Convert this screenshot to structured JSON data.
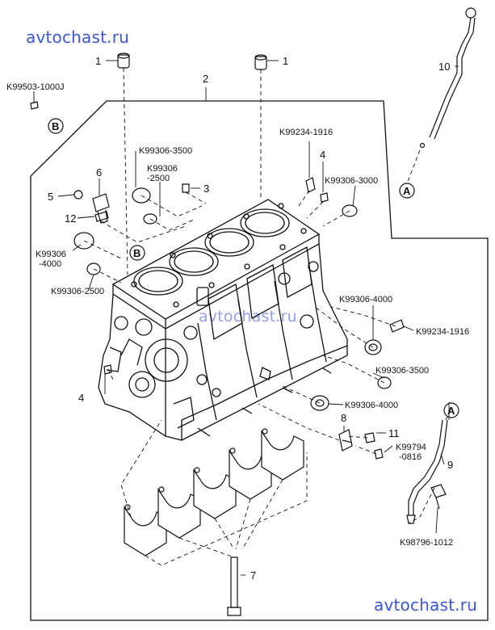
{
  "watermarks": {
    "top": "avtochast.ru",
    "middle": "avtochast.ru",
    "bottom": "avtochast.ru"
  },
  "callouts": {
    "n1": "1",
    "n2": "2",
    "n3": "3",
    "n4": "4",
    "n5": "5",
    "n6": "6",
    "n7": "7",
    "n8": "8",
    "n9": "9",
    "n10": "10",
    "n11": "11",
    "n12": "12",
    "ref_a": "A",
    "ref_b": "B"
  },
  "part_codes": {
    "k99503": "K99503-1000J",
    "k99306_3500_top": "K99306-3500",
    "k99306_2500_a_line1": "K99306",
    "k99306_2500_a_line2": "-2500",
    "k99234_top": "K99234-1916",
    "k99306_3000": "K99306-3000",
    "k99306_4000_left_line1": "K99306",
    "k99306_4000_left_line2": "-4000",
    "k99306_2500_b": "K99306-2500",
    "k99306_4000_right_a": "K99306-4000",
    "k99234_right": "K99234-1916",
    "k99306_3500_right": "K99306-3500",
    "k99306_4000_right_b": "K99306-4000",
    "k99794_line1": "K99794",
    "k99794_line2": "-0816",
    "k98796": "K98796-1012"
  },
  "colors": {
    "watermark": "#3b56d6",
    "line": "#111111"
  }
}
